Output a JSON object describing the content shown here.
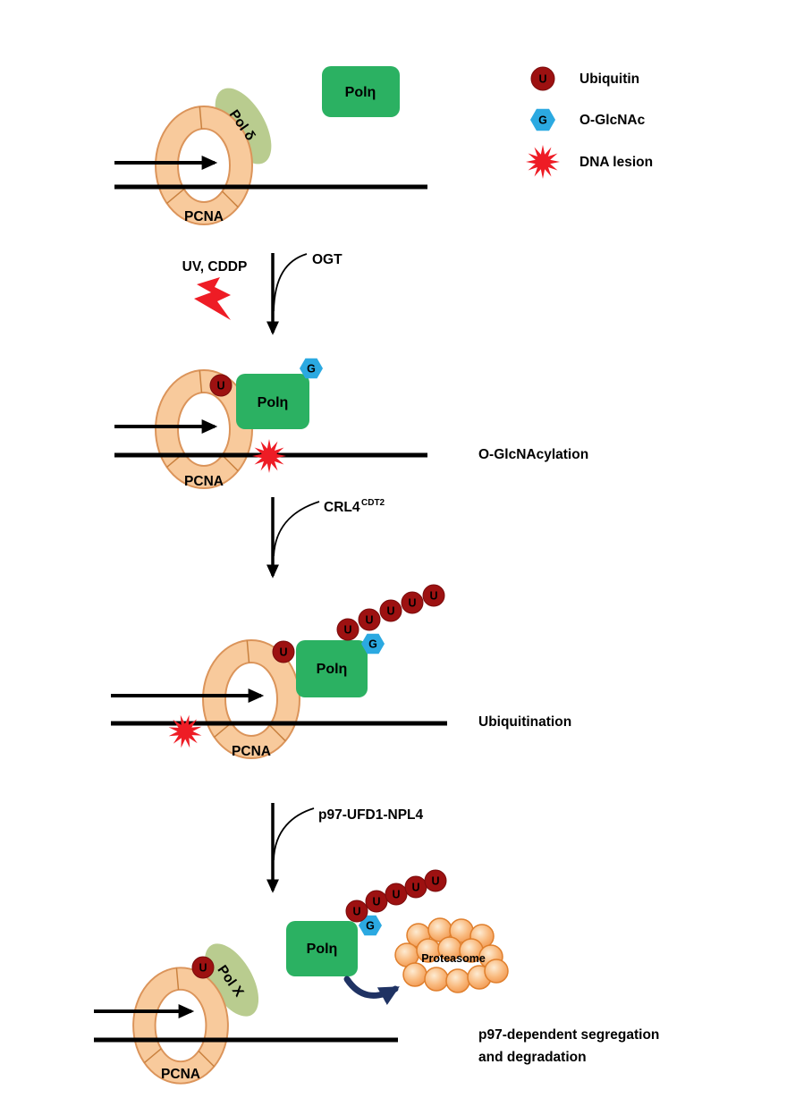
{
  "legend": {
    "ubiquitin_label": "Ubiquitin",
    "oglcnac_label": "O-GlcNAc",
    "dna_lesion_label": "DNA lesion"
  },
  "symbols": {
    "ubiquitin": "U",
    "oglcnac": "G"
  },
  "molecules": {
    "pcna": "PCNA",
    "pol_eta": "Polη",
    "pol_delta": "Pol δ",
    "pol_x": "Pol X",
    "proteasome": "Proteasome"
  },
  "triggers": {
    "stress": "UV, CDDP"
  },
  "enzymes": {
    "ogt": "OGT",
    "crl4_base": "CRL4",
    "crl4_sup": "CDT2",
    "p97": "p97-UFD1-NPL4"
  },
  "stages": {
    "oglcnacylation": "O-GlcNAcylation",
    "ubiquitination": "Ubiquitination",
    "segregation_line1": "p97-dependent segregation",
    "segregation_line2": "and degradation"
  },
  "colors": {
    "pcna_fill": "#F8CA9C",
    "pcna_stroke": "#DB945A",
    "pol_eta_green": "#2BB162",
    "pol_delta_green": "#B9CC8F",
    "ubiquitin_red": "#9D1111",
    "oglcnac_blue": "#2BA9E1",
    "lesion_red": "#EE1C25",
    "proteasome_orange": "#F9B97D",
    "segregation_navy": "#1F3263"
  }
}
